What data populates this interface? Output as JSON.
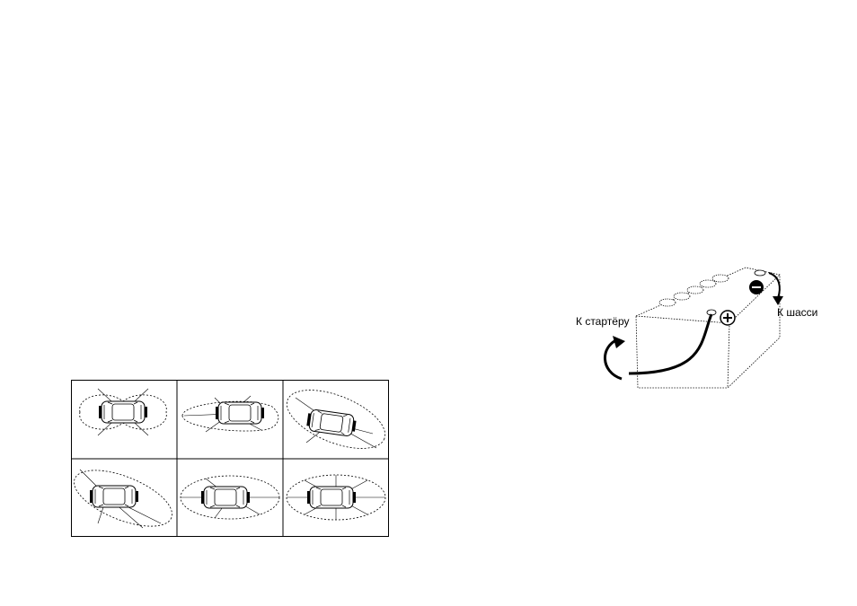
{
  "battery_diagram": {
    "starter_label": "К стартёру",
    "chassis_label": "К шасси",
    "positive_terminal": "+",
    "negative_terminal": "−"
  },
  "sensor_zone_grid": {
    "rows": 2,
    "columns": 3,
    "panels": [
      {
        "shape": "peanut"
      },
      {
        "shape": "long-left"
      },
      {
        "shape": "tilted-down"
      },
      {
        "shape": "tilted-up"
      },
      {
        "shape": "centered"
      },
      {
        "shape": "crossed"
      }
    ]
  }
}
